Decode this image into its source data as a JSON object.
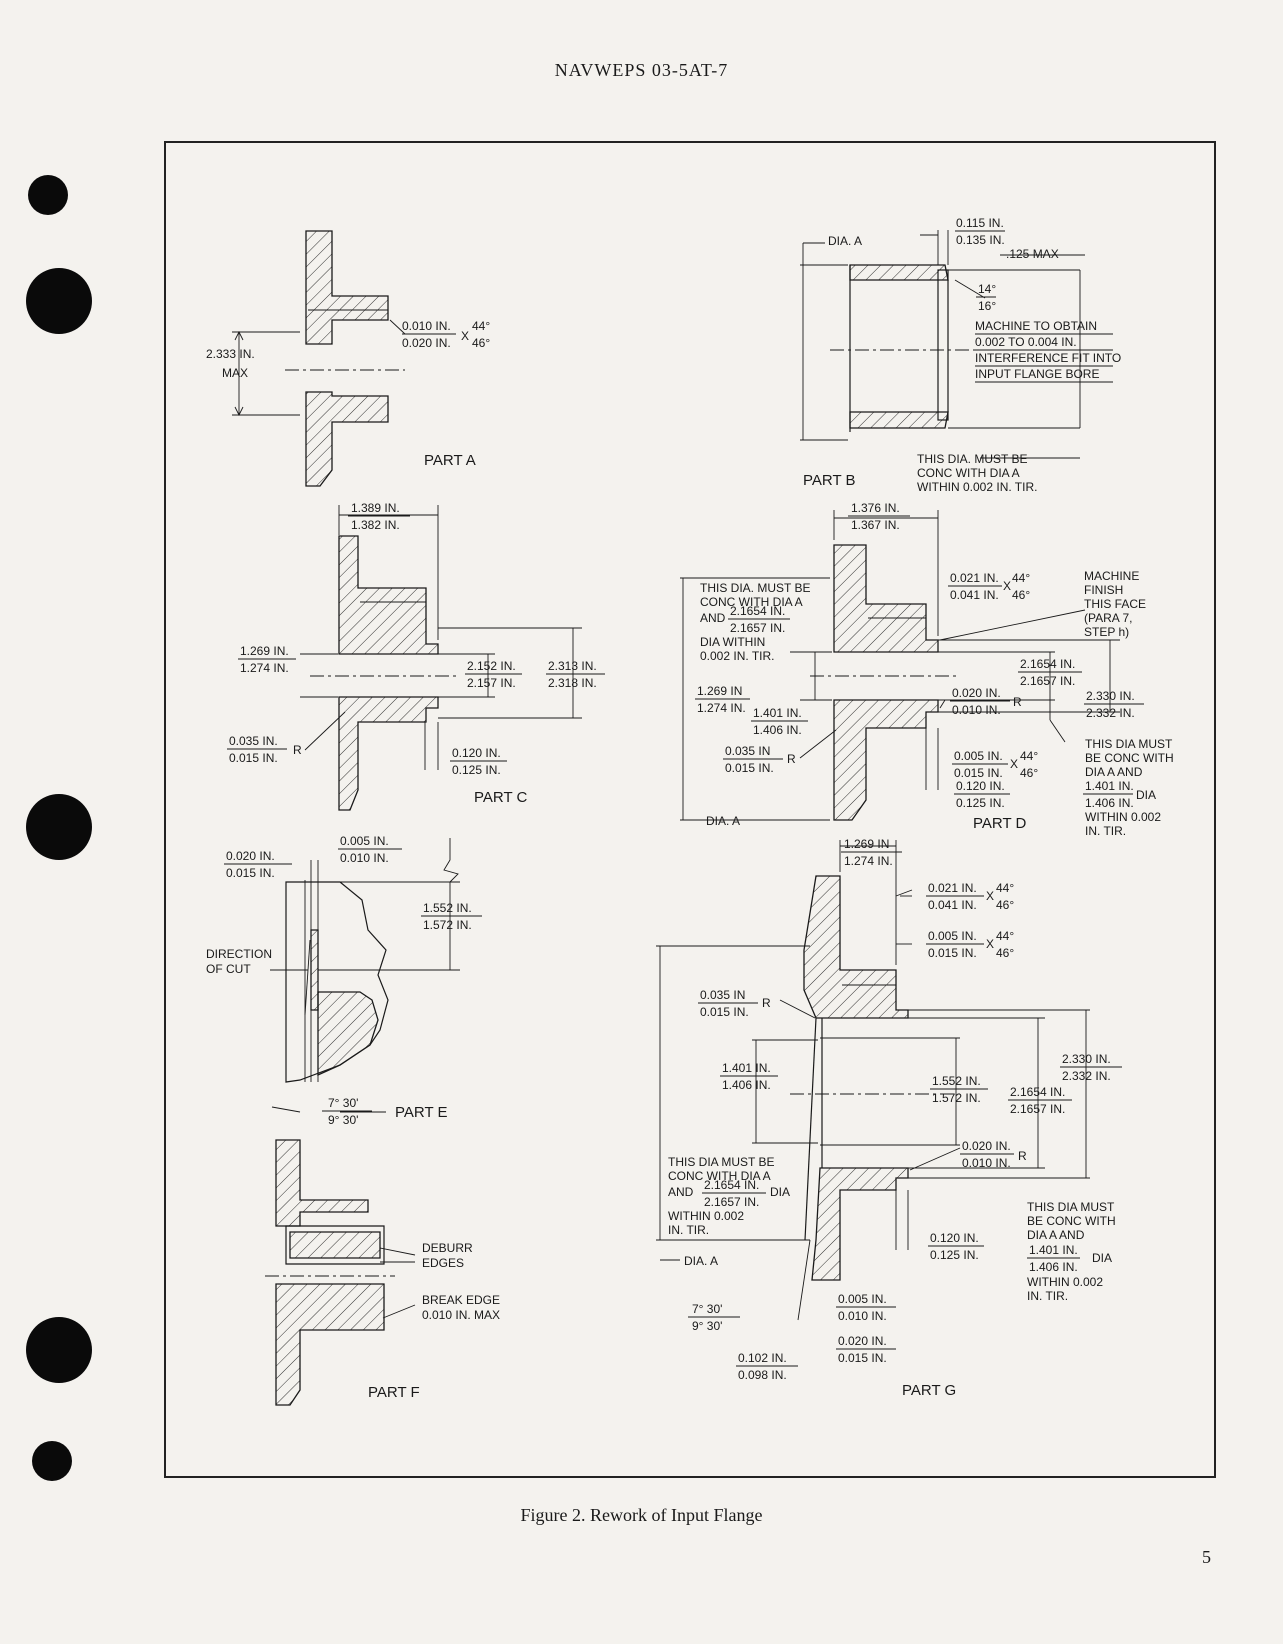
{
  "header": "NAVWEPS 03-5AT-7",
  "caption": "Figure 2.  Rework of Input Flange",
  "page_number": "5",
  "parts": {
    "a": {
      "label": "PART A",
      "dim_length": "2.333 IN.",
      "dim_length_note": "MAX",
      "chamfer_top": "0.010 IN.",
      "chamfer_bottom": "0.020 IN.",
      "chamfer_x": "X",
      "angle_top": "44°",
      "angle_bottom": "46°"
    },
    "b": {
      "label": "PART B",
      "dia_a": "DIA. A",
      "dim_top": "0.115 IN.",
      "dim_bottom": "0.135 IN.",
      "max_note": ".125 MAX",
      "angle_top": "14°",
      "angle_bottom": "16°",
      "machine_note": [
        "MACHINE TO OBTAIN",
        "0.002 TO 0.004 IN.",
        "INTERFERENCE FIT INTO",
        "INPUT FLANGE BORE"
      ],
      "conc_note": [
        "THIS DIA. MUST BE",
        "CONC WITH DIA A",
        "WITHIN 0.002 IN. TIR."
      ]
    },
    "c": {
      "label": "PART C",
      "len_top": "1.389 IN.",
      "len_bottom": "1.382 IN.",
      "bore_top": "1.269 IN.",
      "bore_bottom": "1.274 IN.",
      "dia1_top": "2.152 IN.",
      "dia1_bottom": "2.157 IN.",
      "dia2_top": "2.313 IN.",
      "dia2_bottom": "2.318 IN.",
      "rad_top": "0.035 IN.",
      "rad_bottom": "0.015 IN.",
      "rad_r": "R",
      "thk_top": "0.120 IN.",
      "thk_bottom": "0.125 IN."
    },
    "d": {
      "label": "PART D",
      "len_top": "1.376 IN.",
      "len_bottom": "1.367 IN.",
      "conc_note": [
        "THIS DIA. MUST BE",
        "CONC WITH DIA A",
        "AND"
      ],
      "conc_frac_top": "2.1654 IN.",
      "conc_frac_bottom": "2.1657 IN.",
      "conc_note2": [
        "DIA WITHIN",
        "0.002 IN. TIR."
      ],
      "chamfer1_top": "0.021 IN.",
      "chamfer1_bottom": "0.041 IN.",
      "x": "X",
      "angle1_top": "44°",
      "angle1_bottom": "46°",
      "machine_note": [
        "MACHINE",
        "FINISH",
        "THIS FACE",
        "(PARA 7,",
        "STEP h)"
      ],
      "dia_top": "2.1654 IN.",
      "dia_bottom": "2.1657 IN.",
      "od_top": "2.330 IN.",
      "od_bottom": "2.332 IN.",
      "bore_top": "1.269 IN",
      "bore_bottom": "1.274 IN.",
      "bore2_top": "1.401 IN.",
      "bore2_bottom": "1.406 IN.",
      "rad2_top": "0.020 IN.",
      "rad2_bottom": "0.010 IN.",
      "r": "R",
      "rad_top": "0.035 IN",
      "rad_bottom": "0.015 IN.",
      "chamfer2_top": "0.005 IN.",
      "chamfer2_bottom": "0.015 IN.",
      "angle2_top": "44°",
      "angle2_bottom": "46°",
      "thk_top": "0.120 IN.",
      "thk_bottom": "0.125 IN.",
      "conc2_note": [
        "THIS DIA MUST",
        "BE CONC WITH",
        "DIA A AND"
      ],
      "conc2_frac_top": "1.401 IN.",
      "conc2_frac_bottom": "1.406 IN.",
      "dia": "DIA",
      "conc2_note2": [
        "WITHIN 0.002",
        "IN. TIR."
      ],
      "dia_a": "DIA. A"
    },
    "e": {
      "label": "PART E",
      "left_top": "0.020 IN.",
      "left_bottom": "0.015 IN.",
      "right_top": "0.005 IN.",
      "right_bottom": "0.010 IN.",
      "dim_top": "1.552 IN.",
      "dim_bottom": "1.572 IN.",
      "direction": [
        "DIRECTION",
        "OF CUT"
      ],
      "angle_top": "7° 30'",
      "angle_bottom": "9° 30'"
    },
    "f": {
      "label": "PART F",
      "deburr": [
        "DEBURR",
        "EDGES"
      ],
      "break_edge": [
        "BREAK EDGE",
        "0.010 IN. MAX"
      ]
    },
    "g": {
      "label": "PART G",
      "len_top": "1.269 IN",
      "len_bottom": "1.274 IN.",
      "ch1_top": "0.021 IN.",
      "ch1_bottom": "0.041 IN.",
      "x": "X",
      "ang1_top": "44°",
      "ang1_bottom": "46°",
      "ch2_top": "0.005 IN.",
      "ch2_bottom": "0.015 IN.",
      "ang2_top": "44°",
      "ang2_bottom": "46°",
      "rad_top": "0.035 IN",
      "rad_bottom": "0.015 IN.",
      "r": "R",
      "bore_top": "1.401 IN.",
      "bore_bottom": "1.406 IN.",
      "b2_top": "1.552 IN.",
      "b2_bottom": "1.572 IN.",
      "od_top": "2.330 IN.",
      "od_bottom": "2.332 IN.",
      "dia_top": "2.1654 IN.",
      "dia_bottom": "2.1657 IN.",
      "rad2_top": "0.020 IN.",
      "rad2_bottom": "0.010 IN.",
      "conc_note": [
        "THIS DIA MUST BE",
        "CONC WITH DIA A",
        "AND"
      ],
      "conc_frac_top": "2.1654 IN.",
      "conc_frac_bottom": "2.1657 IN.",
      "dia": "DIA",
      "conc_note2": [
        "WITHIN 0.002",
        "IN. TIR."
      ],
      "dia_a": "DIA. A",
      "thk_top": "0.120 IN.",
      "thk_bottom": "0.125 IN.",
      "conc2_note": [
        "THIS DIA MUST",
        "BE CONC WITH",
        "DIA A AND"
      ],
      "conc2_frac_top": "1.401 IN.",
      "conc2_frac_bottom": "1.406 IN.",
      "conc2_note2": [
        "WITHIN 0.002",
        "IN. TIR."
      ],
      "angle_top": "7° 30'",
      "angle_bottom": "9° 30'",
      "s1_top": "0.005 IN.",
      "s1_bottom": "0.010 IN.",
      "s2_top": "0.020 IN.",
      "s2_bottom": "0.015 IN.",
      "s3_top": "0.102 IN.",
      "s3_bottom": "0.098 IN."
    }
  }
}
